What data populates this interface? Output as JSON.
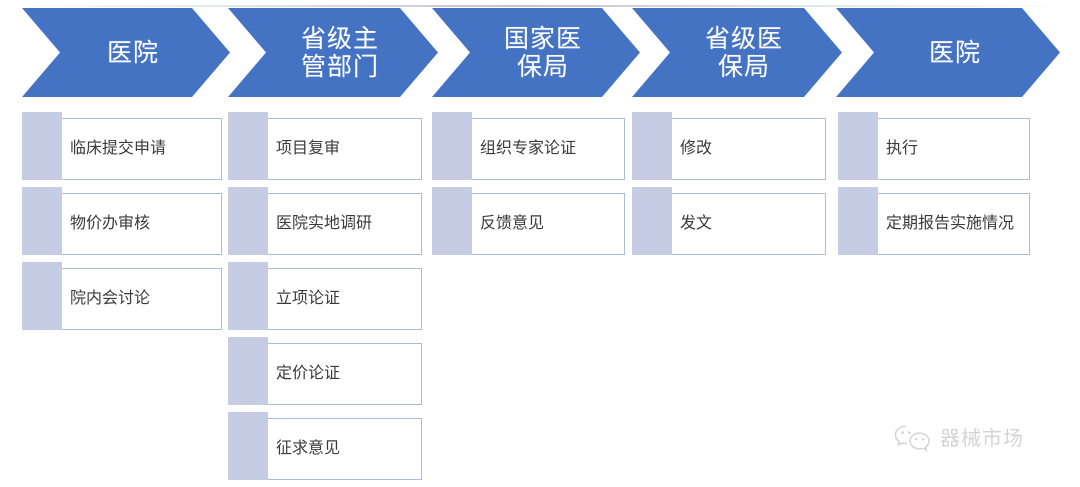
{
  "colors": {
    "chevron_blue": "#4573C4",
    "accent_lavender": "#C5CCE3",
    "card_border": "#A9BCDB",
    "card_text": "#3A3A3A",
    "watermark_gray": "#9A9A9A",
    "page_background": "#FFFFFF"
  },
  "flow": {
    "stages": [
      {
        "header": "医院",
        "steps": [
          "临床提交申请",
          "物价办审核",
          "院内会讨论"
        ]
      },
      {
        "header": "省级主\n管部门",
        "steps": [
          "项目复审",
          "医院实地调研",
          "立项论证",
          "定价论证",
          "征求意见"
        ]
      },
      {
        "header": "国家医\n保局",
        "steps": [
          "组织专家论证",
          "反馈意见"
        ]
      },
      {
        "header": "省级医\n保局",
        "steps": [
          "修改",
          "发文"
        ]
      },
      {
        "header": "医院",
        "steps": [
          "执行",
          "定期报告实施情况"
        ]
      }
    ]
  },
  "watermark": {
    "icon": "wechat-icon",
    "text": "器械市场"
  }
}
